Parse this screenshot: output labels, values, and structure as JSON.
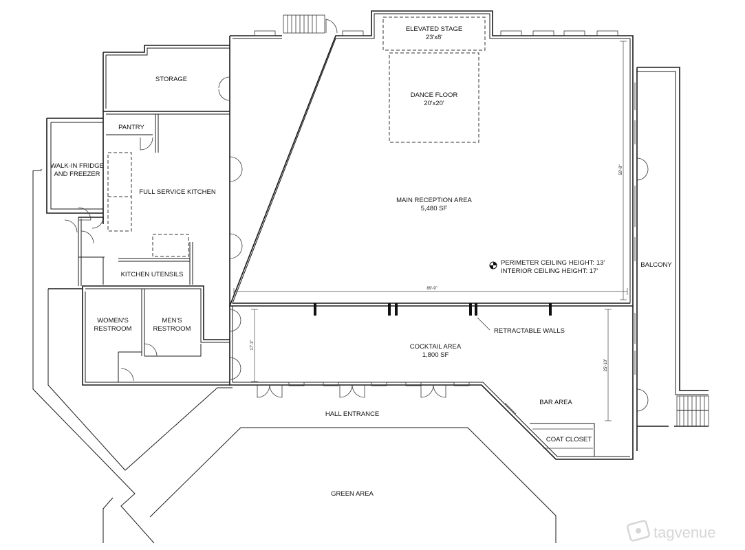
{
  "rooms": {
    "elevated_stage": {
      "name": "ELEVATED STAGE",
      "size": "23'x8'"
    },
    "dance_floor": {
      "name": "DANCE FLOOR",
      "size": "20'x20'"
    },
    "storage": "STORAGE",
    "pantry": "PANTRY",
    "walk_in": {
      "line1": "WALK-IN FRIDGE",
      "line2": "AND FREEZER"
    },
    "kitchen": "FULL SERVICE KITCHEN",
    "kitchen_utensils": "KITCHEN UTENSILS",
    "womens": {
      "line1": "WOMEN'S",
      "line2": "RESTROOM"
    },
    "mens": {
      "line1": "MEN'S",
      "line2": "RESTROOM"
    },
    "main_reception": {
      "name": "MAIN RECEPTION AREA",
      "area": "5,480 SF"
    },
    "cocktail": {
      "name": "COCKTAIL AREA",
      "area": "1,800 SF"
    },
    "balcony": "BALCONY",
    "bar_area": "BAR AREA",
    "coat_closet": "COAT CLOSET",
    "hall_entrance": "HALL ENTRANCE",
    "green_area": "GREEN AREA"
  },
  "notes": {
    "perimeter_ceiling": "PERIMETER CEILING HEIGHT: 13'",
    "interior_ceiling": "INTERIOR CEILING HEIGHT: 17'",
    "retractable_walls": "RETRACTABLE WALLS"
  },
  "dimensions": {
    "main_width": "89'-9\"",
    "main_depth": "59'-8\"",
    "cocktail_depth_left": "17'-3\"",
    "cocktail_depth_right": "25'-10\""
  },
  "watermark": "tagvenue",
  "watermark_icon": "tagvenue-logo-icon"
}
